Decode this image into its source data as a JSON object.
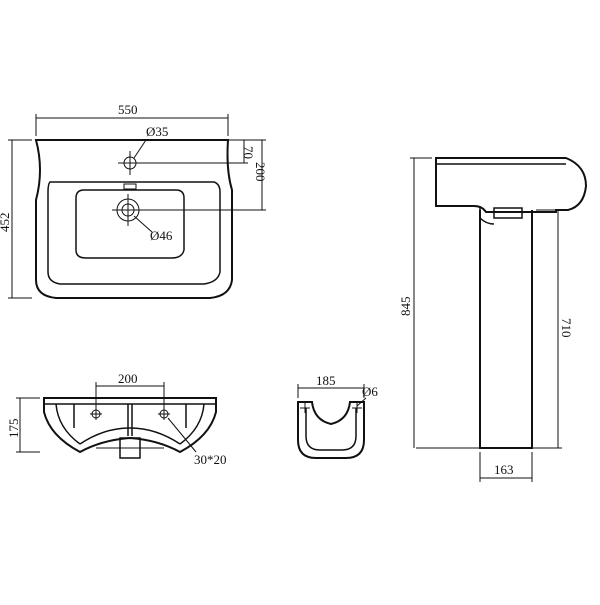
{
  "drawing": {
    "top_view": {
      "width_label": "550",
      "depth_label": "452",
      "tap_hole_label": "Ø35",
      "waste_label": "Ø46",
      "tap_offset_label": "70",
      "waste_offset_label": "200"
    },
    "rear_view": {
      "fixing_centres_label": "200",
      "height_label": "175",
      "fixing_slot_label": "30*20"
    },
    "pedestal_top_view": {
      "width_label": "185",
      "hole_label": "Ø6"
    },
    "side_view": {
      "total_height_label": "845",
      "pedestal_height_label": "710",
      "pedestal_base_label": "163"
    }
  }
}
